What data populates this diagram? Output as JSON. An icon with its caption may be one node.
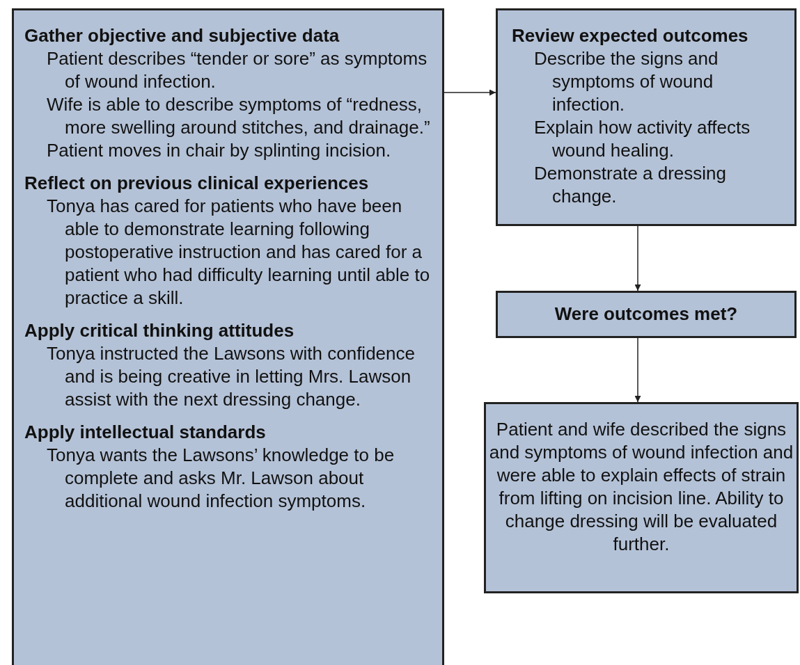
{
  "diagram": {
    "nodes": [
      {
        "text": [
          "Gather objective and subjective data",
          "Patient describes “tender or sore” as symptoms of wound infection.",
          "Wife is able to describe symptoms of “redness, more swelling around stitches, and drainage.”",
          "Patient moves in chair by splinting incision.",
          "Reflect on previous clinical experiences",
          "Tonya has cared for patients who have been able to demonstrate learning following postoperative instruction and has cared for a patient who had difficulty learning until able to practice a skill.",
          "Apply critical thinking attitudes",
          "Tonya instructed the Lawsons with confidence and is being creative in letting Mrs. Lawson assist with the next dressing change.",
          "Apply intellectual standards",
          "Tonya wants the Lawsons’ knowledge to be complete and asks Mr. Lawson about additional wound infection symptoms."
        ]
      },
      {
        "text": [
          "Review expected outcomes",
          "Describe the signs and symptoms of wound infection.",
          "Explain how activity affects wound healing.",
          "Demonstrate a dressing change."
        ]
      },
      {
        "text": [
          "Were outcomes met?"
        ]
      },
      {
        "text": [
          "Patient and wife described the signs and symptoms of wound infection and were able to explain effects of strain from lifting on incision line. Ability to change dressing will be evaluated further."
        ]
      }
    ],
    "edges": [
      {
        "from": 0,
        "to": 1,
        "arrow": "to"
      },
      {
        "from": 1,
        "to": 2,
        "arrow": "to"
      },
      {
        "from": 2,
        "to": 3,
        "arrow": "to"
      }
    ]
  }
}
